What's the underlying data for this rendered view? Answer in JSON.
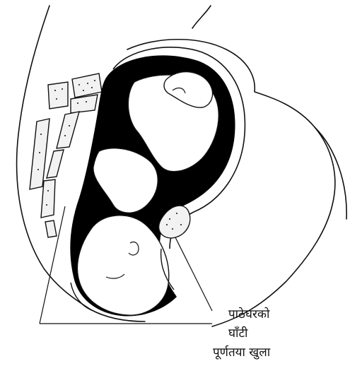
{
  "labels": {
    "line1": "पाठेघरको",
    "line2": "घाँटी",
    "line3": "पूर्णतया खुला"
  },
  "colors": {
    "ink": "#111111",
    "background": "#ffffff",
    "fill_dark": "#000000"
  }
}
